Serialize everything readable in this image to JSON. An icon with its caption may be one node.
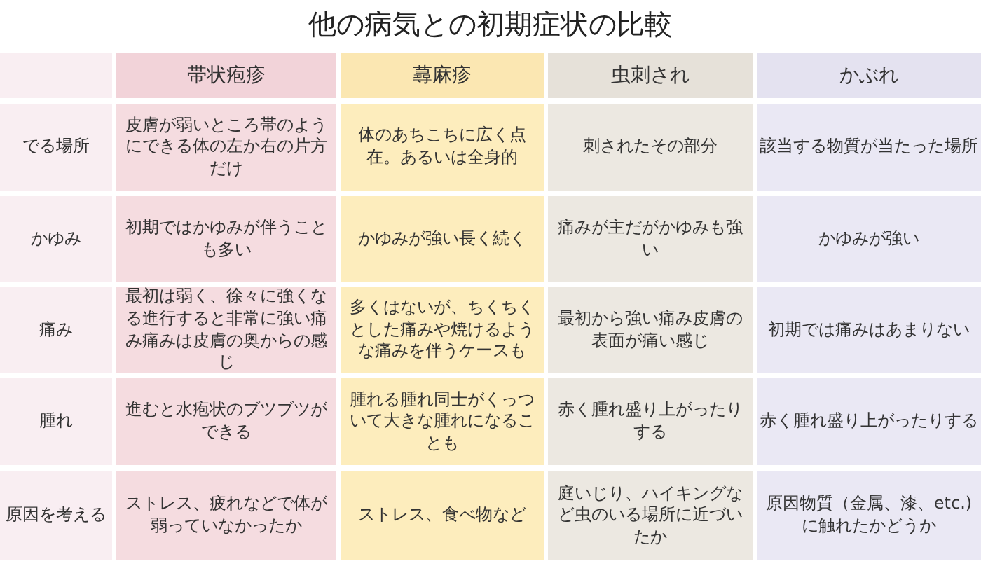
{
  "diagram": {
    "title": "他の病気との初期症状の比較",
    "labels": [
      "帯状疱疹",
      "蕁麻疹",
      "虫刺され",
      "かぶれ",
      "でる場所",
      "皮膚が弱いところ帯のようにできる体の左か右の片方だけ",
      "体のあちこちに広く点在。あるいは全身的",
      "刺されたその部分",
      "該当する物質が当たった場所",
      "かゆみ",
      "初期ではかゆみが伴うことも多い",
      "かゆみが強い長く続く",
      "痛みが主だがかゆみも強い",
      "かゆみが強い",
      "痛み",
      "最初は弱く、徐々に強くなる進行すると非常に強い痛み痛みは皮膚の奥からの感じ",
      "多くはないが、ちくちくとした痛みや焼けるような痛みを伴うケースも",
      "最初から強い痛み皮膚の表面が痛い感じ",
      "初期では痛みはあまりない",
      "腫れ",
      "進むと水疱状のブツブツができる",
      "腫れる腫れ同士がくっついて大きな腫れになることも",
      "赤く腫れ盛り上がったりする",
      "赤く腫れ盛り上がったりする",
      "原因を考える",
      "ストレス、疲れなどで体が弱っていなかったか",
      "ストレス、食べ物など",
      "庭いじり、ハイキングなど虫のいる場所に近づいたか",
      "原因物質（金属、漆、etc.)に触れたかどうか"
    ]
  }
}
